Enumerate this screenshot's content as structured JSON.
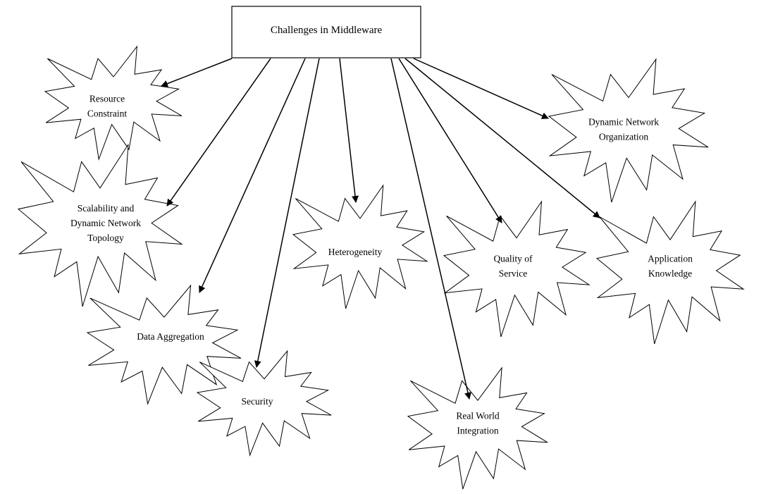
{
  "diagram": {
    "title": "Challenges in Middleware",
    "line_color": "#000000",
    "fill_color": "#ffffff",
    "nodes": [
      {
        "id": "resource-constraint",
        "shape": "explosion",
        "lines": [
          "Resource",
          "Constraint"
        ]
      },
      {
        "id": "scalability",
        "shape": "explosion",
        "lines": [
          "Scalability and",
          "Dynamic Network",
          "Topology"
        ]
      },
      {
        "id": "data-aggregation",
        "shape": "explosion",
        "lines": [
          "Data Aggregation"
        ]
      },
      {
        "id": "security",
        "shape": "explosion",
        "lines": [
          "Security"
        ]
      },
      {
        "id": "heterogeneity",
        "shape": "explosion",
        "lines": [
          "Heterogeneity"
        ]
      },
      {
        "id": "real-world-integration",
        "shape": "explosion",
        "lines": [
          "Real World",
          "Integration"
        ]
      },
      {
        "id": "quality-of-service",
        "shape": "explosion",
        "lines": [
          "Quality of",
          "Service"
        ]
      },
      {
        "id": "application-knowledge",
        "shape": "explosion",
        "lines": [
          "Application",
          "Knowledge"
        ]
      },
      {
        "id": "dynamic-network-organization",
        "shape": "explosion",
        "lines": [
          "Dynamic Network",
          "Organization"
        ]
      }
    ],
    "edges": [
      {
        "from": "title",
        "to": "resource-constraint"
      },
      {
        "from": "title",
        "to": "scalability"
      },
      {
        "from": "title",
        "to": "data-aggregation"
      },
      {
        "from": "title",
        "to": "security"
      },
      {
        "from": "title",
        "to": "heterogeneity"
      },
      {
        "from": "title",
        "to": "real-world-integration"
      },
      {
        "from": "title",
        "to": "quality-of-service"
      },
      {
        "from": "title",
        "to": "application-knowledge"
      },
      {
        "from": "title",
        "to": "dynamic-network-organization"
      }
    ]
  }
}
